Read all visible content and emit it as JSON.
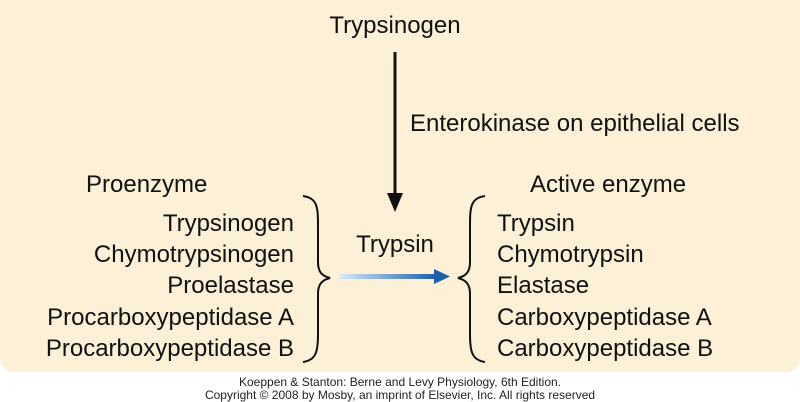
{
  "diagram": {
    "top_label": "Trypsinogen",
    "activator_label": "Enterokinase on epithelial cells",
    "center_label": "Trypsin",
    "proenzyme_heading": "Proenzyme",
    "active_heading": "Active enzyme",
    "proenzymes": [
      "Trypsinogen",
      "Chymotrypsinogen",
      "Proelastase",
      "Procarboxypeptidase A",
      "Procarboxypeptidase B"
    ],
    "active_enzymes": [
      "Trypsin",
      "Chymotrypsin",
      "Elastase",
      "Carboxypeptidase A",
      "Carboxypeptidase B"
    ],
    "colors": {
      "panel": "#fcf0d6",
      "arrow_start": "#d8e8f6",
      "arrow_end": "#1c5fb0",
      "ink": "#111111"
    }
  },
  "credit": {
    "line1": "Koeppen & Stanton: Berne and Levy Physiology, 6th Edition.",
    "line2": "Copyright © 2008 by Mosby, an imprint of Elsevier, Inc. All rights reserved"
  }
}
